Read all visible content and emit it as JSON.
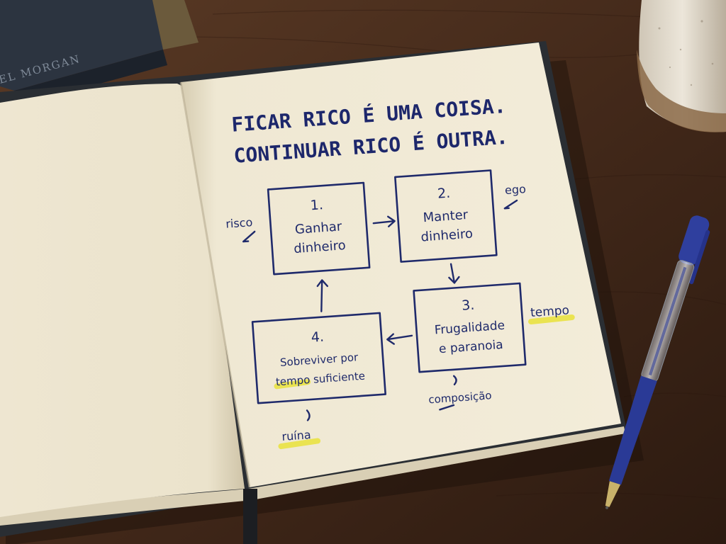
{
  "book_spine": {
    "text": "EL MORGAN"
  },
  "title": {
    "line1": "FICAR RICO É UMA COISA.",
    "line2": "CONTINUAR RICO É OUTRA."
  },
  "steps": [
    {
      "number": "1.",
      "line1": "Ganhar",
      "line2": "dinheiro"
    },
    {
      "number": "2.",
      "line1": "Manter",
      "line2": "dinheiro"
    },
    {
      "number": "3.",
      "line1": "Frugalidade",
      "line2": "e paranoia"
    },
    {
      "number": "4.",
      "line1": "Sobreviver por",
      "line2a": "tempo",
      "line2b": " suficiente"
    }
  ],
  "annotations": {
    "risk": "risco",
    "ego": "ego",
    "time": "tempo",
    "compounding": "composição",
    "ruin": "ruína"
  },
  "colors": {
    "ink": "#1f2a6b",
    "highlighter": "#e9e23a",
    "paper": "#efe7d3",
    "table": "#3b2517",
    "pen_blue": "#2f3f9e"
  }
}
